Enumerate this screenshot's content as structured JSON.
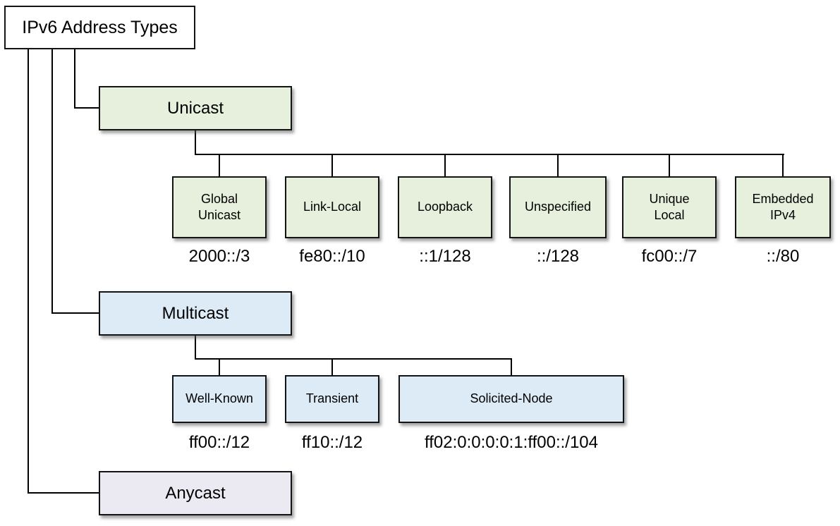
{
  "root": {
    "label": "IPv6 Address Types"
  },
  "unicast": {
    "label": "Unicast",
    "children": [
      {
        "label": "Global Unicast",
        "address": "2000::/3"
      },
      {
        "label": "Link-Local",
        "address": "fe80::/10"
      },
      {
        "label": "Loopback",
        "address": "::1/128"
      },
      {
        "label": "Unspecified",
        "address": "::/128"
      },
      {
        "label": "Unique Local",
        "address": "fc00::/7"
      },
      {
        "label": "Embedded IPv4",
        "address": "::/80"
      }
    ]
  },
  "multicast": {
    "label": "Multicast",
    "children": [
      {
        "label": "Well-Known",
        "address": "ff00::/12"
      },
      {
        "label": "Transient",
        "address": "ff10::/12"
      },
      {
        "label": "Solicited-Node",
        "address": "ff02:0:0:0:0:1:ff00::/104"
      }
    ]
  },
  "anycast": {
    "label": "Anycast"
  },
  "colors": {
    "unicast_fill": "#e7f0dd",
    "multicast_fill": "#dcebf6",
    "anycast_fill": "#ebe9f2",
    "root_fill": "#ffffff",
    "line": "#000000"
  }
}
